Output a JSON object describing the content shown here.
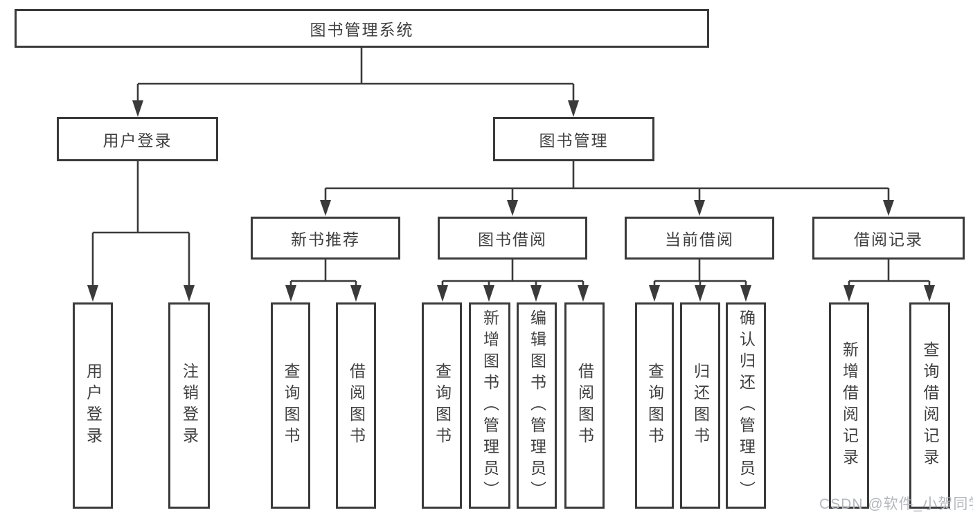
{
  "diagram_type": "functional-structure-tree",
  "colors": {
    "line": "#3a3a3a",
    "text": "#3f3f3f",
    "background": "#ffffff",
    "watermark": "#b4b7bc"
  },
  "watermark": {
    "text": "CSDN @软件_小贺同学"
  },
  "tree": {
    "label": "图书管理系统",
    "children": [
      {
        "label": "用户登录",
        "children": [
          {
            "label": "用户登录"
          },
          {
            "label": "注销登录"
          }
        ]
      },
      {
        "label": "图书管理",
        "children": [
          {
            "label": "新书推荐",
            "children": [
              {
                "label": "查询图书"
              },
              {
                "label": "借阅图书"
              }
            ]
          },
          {
            "label": "图书借阅",
            "children": [
              {
                "label": "查询图书"
              },
              {
                "label": "新增图书（管理员）"
              },
              {
                "label": "编辑图书（管理员）"
              },
              {
                "label": "借阅图书"
              }
            ]
          },
          {
            "label": "当前借阅",
            "children": [
              {
                "label": "查询图书"
              },
              {
                "label": "归还图书"
              },
              {
                "label": "确认归还（管理员）"
              }
            ]
          },
          {
            "label": "借阅记录",
            "children": [
              {
                "label": "新增借阅记录"
              },
              {
                "label": "查询借阅记录"
              }
            ]
          }
        ]
      }
    ]
  }
}
